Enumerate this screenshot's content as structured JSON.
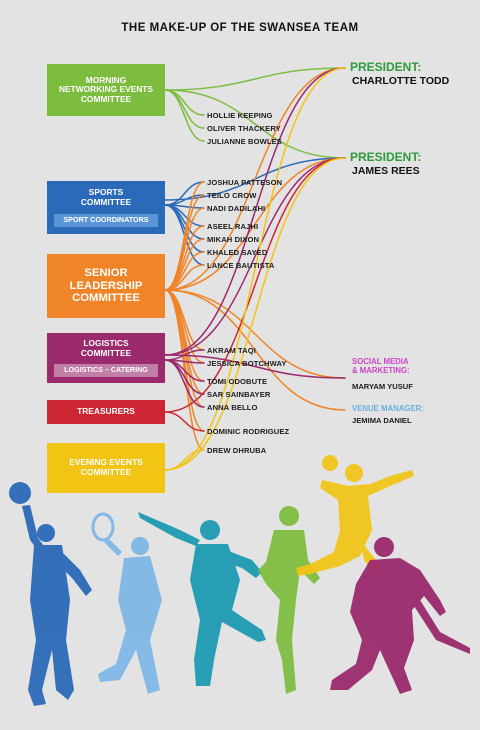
{
  "title": "THE MAKE-UP OF THE SWANSEA TEAM",
  "committees": {
    "morning": {
      "lines": [
        "MORNING",
        "NETWORKING EVENTS",
        "COMMITTEE"
      ],
      "color": "#7cbc3e"
    },
    "sports": {
      "lines": [
        "SPORTS",
        "COMMITTEE"
      ],
      "sub_label": "SPORT COORDINATORS",
      "color": "#2b6ab8",
      "sub_color": "#5a94d6"
    },
    "senior": {
      "lines": [
        "SENIOR",
        "LEADERSHIP",
        "COMMITTEE"
      ],
      "color": "#f08428"
    },
    "logistics": {
      "lines": [
        "LOGISTICS",
        "COMMITTEE"
      ],
      "sub_label": "LOGISTICS – CATERING",
      "color": "#9a2a6c",
      "sub_color": "#c07fa6"
    },
    "treasurers": {
      "lines": [
        "TREASURERS"
      ],
      "color": "#cc2634"
    },
    "evening": {
      "lines": [
        "EVENING EVENTS",
        "COMMITTEE"
      ],
      "color": "#f2c414"
    }
  },
  "members": {
    "morning": [
      "HOLLIE KEEPING",
      "OLIVER THACKERY",
      "JULIANNE BOWLES"
    ],
    "sports": [
      "JOSHUA PATTESON",
      "TEILO CROW",
      "NADI DADILAHI",
      "ASEEL RAJHI",
      "MIKAH DIXON",
      "KHALED SAYED",
      "LANCE BAUTISTA"
    ],
    "logistics": [
      "AKRAM TAQI",
      "JESSICA BOTCHWAY",
      "TOMI ODOBUTE",
      "SAR SAINBAYER",
      "ANNA BELLO"
    ],
    "treasurers": [
      "DOMINIC RODRIGUEZ"
    ],
    "evening": [
      "DREW DHRUBA"
    ]
  },
  "leaders": {
    "president_label": "PRESIDENT:",
    "president_1": "CHARLOTTE TODD",
    "president_2": "JAMES REES",
    "social_label_1": "SOCIAL MEDIA",
    "social_label_2": "& MARKETING:",
    "social_name": "MARYAM YUSUF",
    "venue_label": "VENUE MANAGER:",
    "venue_name": "JEMIMA DANIEL"
  },
  "colors": {
    "background": "#e3e3e3",
    "green": "#7cbc3e",
    "blue": "#2b6ab8",
    "light_blue": "#7fb6e6",
    "orange": "#f08428",
    "purple": "#9a2a6c",
    "red": "#cc2634",
    "yellow": "#f2c414",
    "teal": "#1f9bb3",
    "president_green": "#2e9b3c",
    "social_pink": "#cc44c9",
    "venue_blue": "#6aaee0"
  },
  "figures": [
    "basketball-player",
    "tennis-player",
    "sprinter",
    "runner",
    "volleyball-player",
    "hockey-player"
  ]
}
